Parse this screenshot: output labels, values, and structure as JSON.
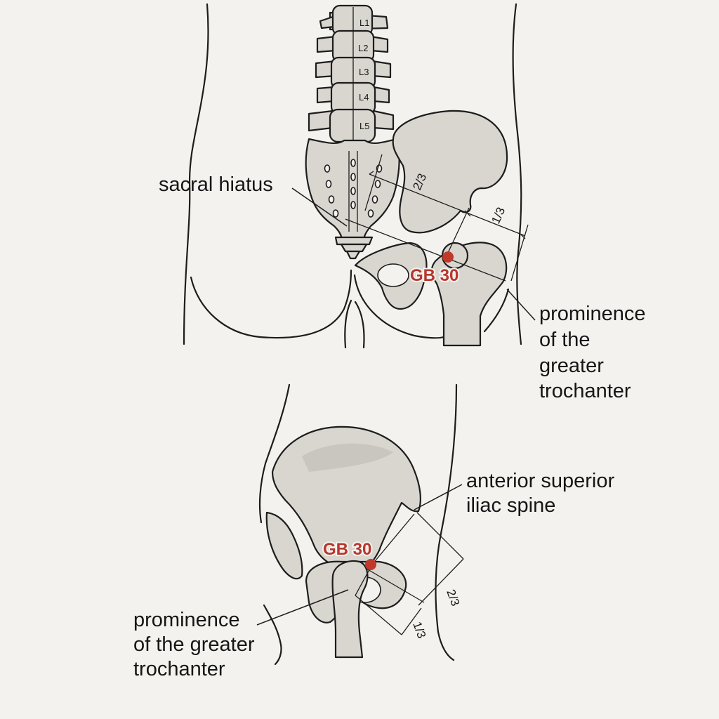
{
  "top_view": {
    "vertebrae": [
      "L1",
      "L2",
      "L3",
      "L4",
      "L5"
    ],
    "label_sacral_hiatus": "sacral hiatus",
    "fraction_upper": "2/3",
    "fraction_lower": "1/3",
    "point_label": "GB 30",
    "label_trochanter": [
      "prominence",
      "of the",
      "greater",
      "trochanter"
    ]
  },
  "bottom_view": {
    "label_asis": [
      "anterior superior",
      "iliac spine"
    ],
    "point_label": "GB 30",
    "fraction_upper": "2/3",
    "fraction_lower": "1/3",
    "label_trochanter": [
      "prominence",
      "of the greater",
      "trochanter"
    ]
  },
  "colors": {
    "background": "#f3f2ee",
    "bone": "#d9d6d0",
    "acupoint": "#c0392b"
  }
}
